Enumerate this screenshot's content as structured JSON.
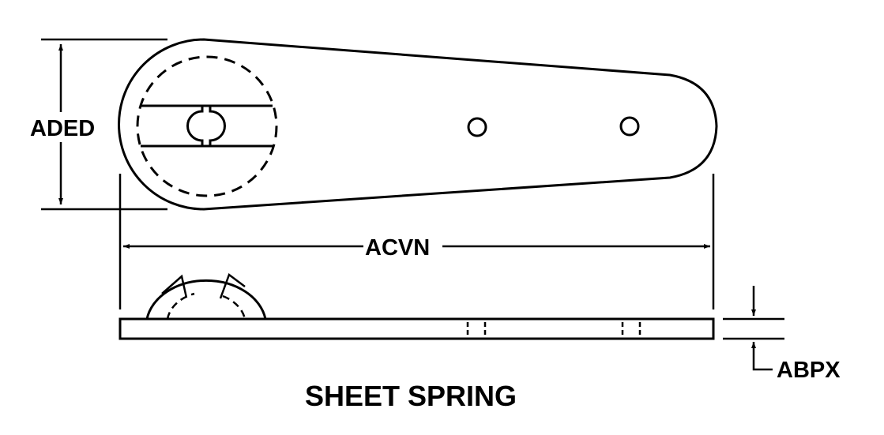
{
  "diagram": {
    "caption": "SHEET SPRING",
    "dimensions": {
      "height": "ADED",
      "length": "ACVN",
      "thickness": "ABPX"
    }
  }
}
